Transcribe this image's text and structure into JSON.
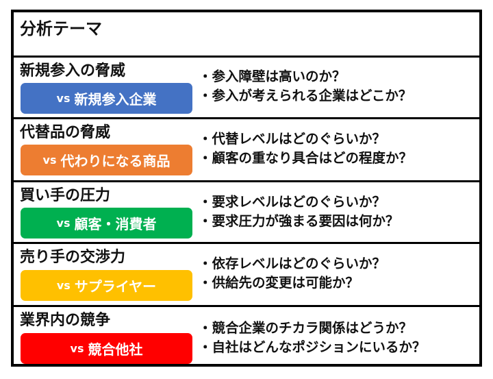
{
  "header": {
    "title": "分析テーマ"
  },
  "forces": [
    {
      "title": "新規参入の脅威",
      "badge_prefix": "vs",
      "badge_label": "新規参入企業",
      "badge_color": "#4472C4",
      "questions": [
        "・参入障壁は高いのか？",
        "・参入が考えられる企業はどこか？"
      ]
    },
    {
      "title": "代替品の脅威",
      "badge_prefix": "vs",
      "badge_label": "代わりになる商品",
      "badge_color": "#ED7D31",
      "questions": [
        "・代替レベルはどのぐらいか？",
        "・顧客の重なり具合はどの程度か？"
      ]
    },
    {
      "title": "買い手の圧力",
      "badge_prefix": "vs",
      "badge_label": "顧客・消費者",
      "badge_color": "#00B050",
      "questions": [
        "・要求レベルはどのぐらいか？",
        "・要求圧力が強まる要因は何か？"
      ]
    },
    {
      "title": "売り手の交渉力",
      "badge_prefix": "vs",
      "badge_label": "サプライヤー",
      "badge_color": "#FFC000",
      "questions": [
        "・依存レベルはどのぐらいか？",
        "・供給先の変更は可能か？"
      ]
    },
    {
      "title": "業界内の競争",
      "badge_prefix": "vs",
      "badge_label": "競合他社",
      "badge_color": "#FF0000",
      "questions": [
        "・競合企業のチカラ関係はどうか？",
        "・自社はどんなポジションにいるか？"
      ]
    }
  ]
}
